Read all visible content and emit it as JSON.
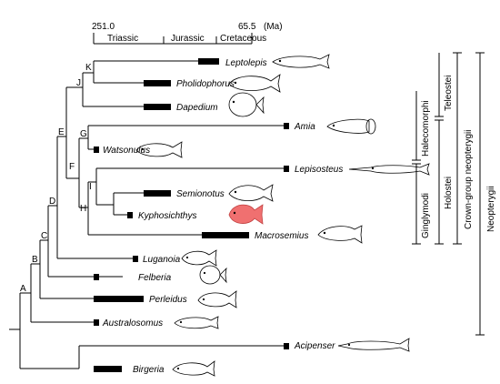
{
  "timescale": {
    "start_label": "251.0",
    "end_label": "65.5",
    "unit_label": "(Ma)",
    "periods": [
      "Triassic",
      "Jurassic",
      "Cretaceous"
    ]
  },
  "taxa": [
    "Leptolepis",
    "Pholidophorus",
    "Dapedium",
    "Amia",
    "Watsonulus",
    "Lepisosteus",
    "Semionotus",
    "Kyphosichthys",
    "Macrosemius",
    "Luganoia",
    "Felberia",
    "Perleidus",
    "Australosomus",
    "Acipenser",
    "Birgeria"
  ],
  "nodes": [
    "K",
    "J",
    "E",
    "G",
    "F",
    "I",
    "H",
    "D",
    "C",
    "B",
    "A"
  ],
  "clades": [
    "Teleostei",
    "Halecomorphi",
    "Holostei",
    "Ginglymodi",
    "Crown-group neopterygii",
    "Neopterygii"
  ],
  "highlight_taxon": "Kyphosichthys",
  "highlight_color": "#f07070"
}
